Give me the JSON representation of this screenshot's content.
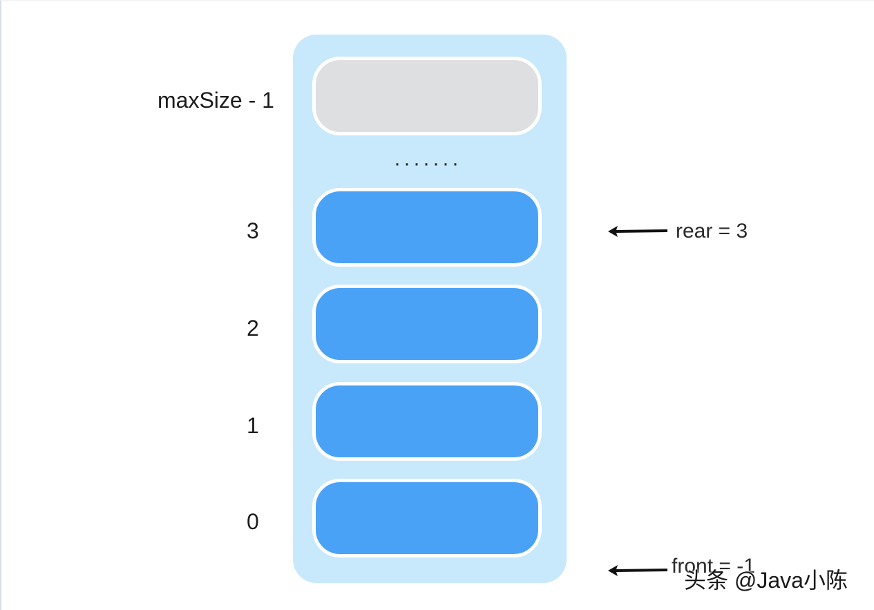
{
  "diagram": {
    "slots": [
      {
        "index_label": "maxSize - 1",
        "state": "empty"
      },
      {
        "index_label": "3",
        "state": "filled"
      },
      {
        "index_label": "2",
        "state": "filled"
      },
      {
        "index_label": "1",
        "state": "filled"
      },
      {
        "index_label": "0",
        "state": "filled"
      }
    ],
    "ellipsis": "·······",
    "pointers": {
      "rear": "rear = 3",
      "front": "front = -1"
    },
    "colors": {
      "container": "#c7e9fb",
      "filled_slot": "#4aa2f7",
      "empty_slot": "#dddfe1",
      "slot_border": "#ffffff"
    }
  },
  "watermark": "头条 @Java小陈"
}
